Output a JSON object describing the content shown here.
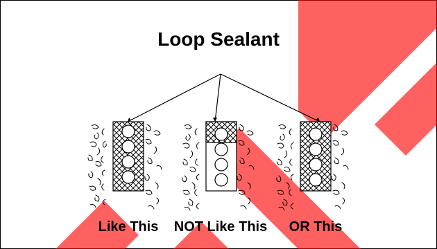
{
  "title": "Loop Sealant",
  "captions": {
    "like_this": "Like This",
    "not_like_this": "NOT Like This",
    "or_this": "OR This"
  },
  "colors": {
    "ink": "#000000",
    "watermark": "#ff0000",
    "background": "#ffffff"
  },
  "slots": [
    {
      "name": "like-this",
      "filled": true,
      "filler_fill": "full",
      "rods": 4
    },
    {
      "name": "not-like-this",
      "filled": false,
      "filler_fill": "top",
      "rods": 4
    },
    {
      "name": "or-this",
      "filled": true,
      "filler_fill": "full",
      "rods": 4
    }
  ]
}
